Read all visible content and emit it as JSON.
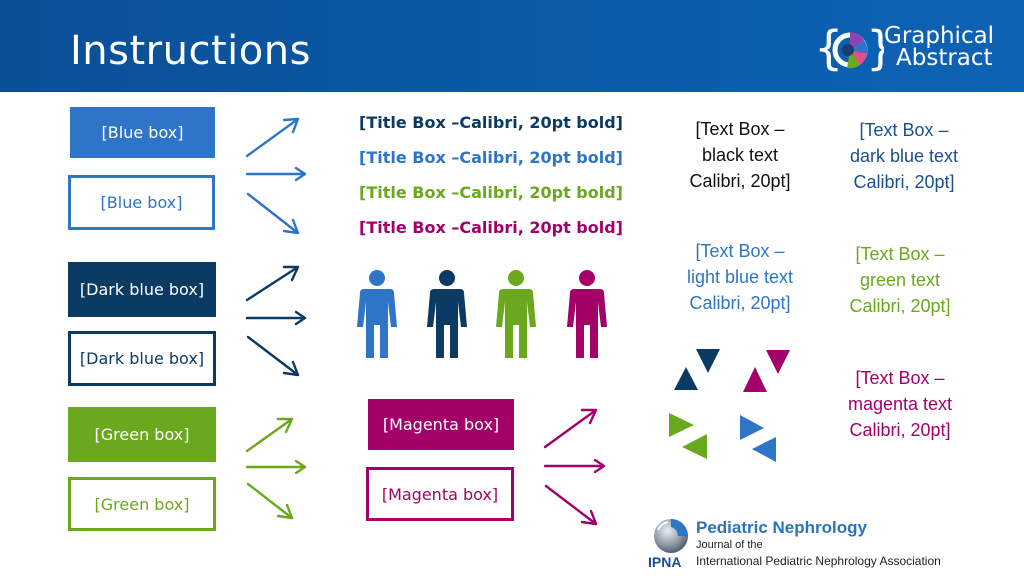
{
  "header": {
    "title": "Instructions",
    "logo": {
      "line1": "Graphical",
      "line2": "Abstract"
    }
  },
  "boxes": [
    {
      "label": "[Blue box]",
      "style": "filled",
      "color": "#2e75c8"
    },
    {
      "label": "[Blue box]",
      "style": "outlined",
      "color": "#2e75c8"
    },
    {
      "label": "[Dark blue box]",
      "style": "filled",
      "color": "#0b3a63"
    },
    {
      "label": "[Dark blue box]",
      "style": "outlined",
      "color": "#0b3a63"
    },
    {
      "label": "[Green box]",
      "style": "filled",
      "color": "#6aa81e"
    },
    {
      "label": "[Green box]",
      "style": "outlined",
      "color": "#6aa81e"
    },
    {
      "label": "[Magenta box]",
      "style": "filled",
      "color": "#a3006a"
    },
    {
      "label": "[Magenta box]",
      "style": "outlined",
      "color": "#a3006a"
    }
  ],
  "title_samples": [
    {
      "text": "[Title Box –Calibri, 20pt bold]",
      "color": "#0b3a63"
    },
    {
      "text": "[Title Box –Calibri, 20pt bold]",
      "color": "#2e75c8"
    },
    {
      "text": "[Title Box –Calibri, 20pt bold]",
      "color": "#6aa81e"
    },
    {
      "text": "[Title Box –Calibri, 20pt bold]",
      "color": "#a3006a"
    }
  ],
  "text_samples": {
    "black": {
      "lines": [
        "[Text Box –",
        "black text",
        "Calibri, 20pt]"
      ],
      "color": "#111111"
    },
    "dark_blue": {
      "lines": [
        "[Text Box –",
        "dark blue text",
        "Calibri, 20pt]"
      ],
      "color": "#1a4f8e"
    },
    "light_blue": {
      "lines": [
        "[Text Box –",
        "light blue text",
        "Calibri, 20pt]"
      ],
      "color": "#2e75c8"
    },
    "green": {
      "lines": [
        "[Text Box –",
        "green text",
        "Calibri, 20pt]"
      ],
      "color": "#6aa81e"
    },
    "magenta": {
      "lines": [
        "[Text Box –",
        "magenta text",
        "Calibri, 20pt]"
      ],
      "color": "#a3006a"
    }
  },
  "figure_colors": [
    "#2e75c8",
    "#0b3a63",
    "#6aa81e",
    "#a3006a"
  ],
  "footer": {
    "journal": "Pediatric Nephrology",
    "line1": "Journal of the",
    "line2": "International Pediatric Nephrology Association",
    "abbr": "IPNA"
  }
}
